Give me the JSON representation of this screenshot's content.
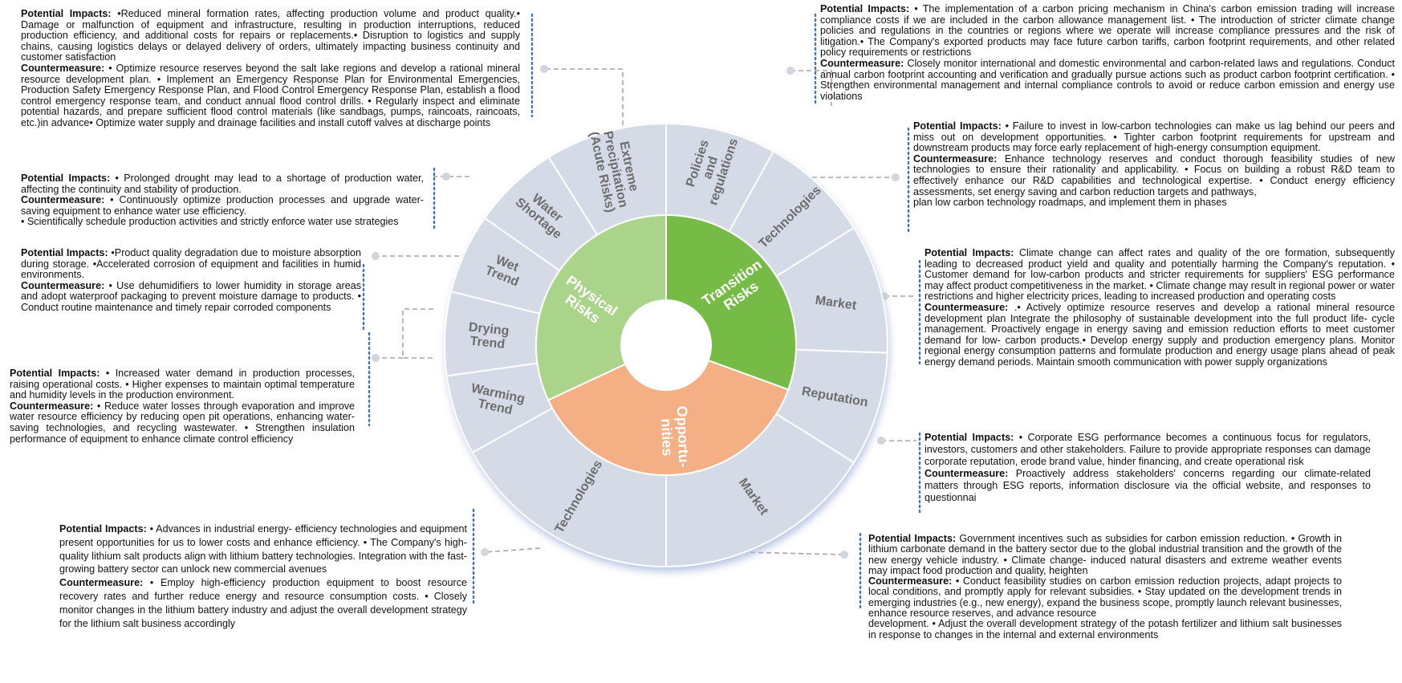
{
  "wheel": {
    "colors": {
      "physical": "#a9d48a",
      "transition": "#76bb45",
      "opportunities": "#f4b084",
      "outer": "#d5dbe6",
      "divider": "#ffffff",
      "connector": "#a6a6a6",
      "dots": "#4472c4"
    },
    "core": {
      "physical": [
        "Physical",
        "Risks"
      ],
      "transition": [
        "Transition",
        "Risks"
      ],
      "opportunities": [
        "Opportu-",
        "nities"
      ]
    },
    "segments": {
      "extreme_precipitation": [
        "Extreme",
        "Precipitation",
        "(Acute Risks)"
      ],
      "policies": [
        "Policies",
        "and",
        "regulations"
      ],
      "technologies_tr": [
        "Technologies"
      ],
      "market_tr": [
        "Market"
      ],
      "reputation": [
        "Reputation"
      ],
      "market_op": [
        "Market"
      ],
      "technologies_op": [
        "Technologies"
      ],
      "warming": [
        "Warming",
        "Trend"
      ],
      "drying": [
        "Drying",
        "Trend"
      ],
      "wet": [
        "Wet",
        "Trend"
      ],
      "water_shortage": [
        "Water",
        "Shortage"
      ]
    }
  },
  "blocks": {
    "extreme": {
      "pi_label": "Potential Impacts:",
      "pi_text": " •Reduced mineral formation rates, affecting production volume and product quality.• Damage or malfunction of equipment and infrastructure, resulting in production interruptions, reduced production efficiency, and additional costs for repairs or replacements.• Disruption to logistics and supply chains, causing logistics delays or delayed delivery of orders,  ultimately impacting business continuity and customer satisfaction",
      "cm_label": "Countermeasure:",
      "cm_text": "  • Optimize resource reserves beyond the salt lake regions and develop a rational mineral resource development plan. • Implement an Emergency Response Plan for Environmental Emergencies, Production Safety Emergency Response Plan, and Flood Control Emergency Response Plan, establish a flood control emergency response team, and conduct annual flood control drills. • Regularly inspect and eliminate potential hazards, and prepare sufficient flood control materials (like  sandbags, pumps, raincoats, raincoats, etc.)in advance• Optimize water supply and drainage facilities and install cutoff valves at discharge points"
    },
    "water_shortage": {
      "pi_label": "Potential Impacts:",
      "pi_text": " • Prolonged drought may lead to a shortage of production water, affecting the continuity and stability of production.",
      "cm_label": "Countermeasure:",
      "cm_text": " • Continuously optimize production processes and upgrade water-saving equipment to enhance water use efficiency.",
      "extra": "• Scientifically schedule production activities and strictly enforce water use strategies"
    },
    "wet": {
      "pi_label": "Potential Impacts:",
      "pi_text": " •Product quality degradation due to moisture absorption during storage. •Accelerated corrosion of equipment and facilities in humid environments.",
      "cm_label": "Countermeasure:",
      "cm_text": " • Use dehumidifiers to lower humidity in storage areas and adopt waterproof packaging to prevent moisture damage to products. • Conduct routine maintenance and timely repair corroded components"
    },
    "warming": {
      "pi_label": "Potential Impacts:",
      "pi_text": " • Increased water demand in production processes, raising operational costs. • Higher expenses to maintain optimal temperature and humidity levels in the production environment.",
      "cm_label": "Countermeasure:",
      "cm_text": " • Reduce water losses through evaporation and improve water resource efficiency by reducing open pit operations, enhancing water-saving technologies, and recycling wastewater. • Strengthen insulation performance of equipment to enhance climate control efficiency"
    },
    "technologies_op": {
      "pi_label": "Potential Impacts:",
      "pi_text": "  • Advances in industrial energy-  efficiency technologies and equipment present opportunities for us to lower costs and enhance efficiency. • The Company's high-  quality lithium salt products align with lithium battery technologies. Integration with the fast-  growing battery sector can unlock new commercial avenues",
      "cm_label": "Countermeasure:",
      "cm_text": " • Employ high-efficiency production equipment to boost resource recovery rates and further reduce energy and resource consumption costs.  • Closely monitor changes in the lithium battery industry and adjust the overall development strategy for the lithium salt business accordingly"
    },
    "policies": {
      "pi_label": "Potential Impacts:",
      "pi_text": " • The implementation of a carbon pricing mechanism in China's carbon emission trading will increase compliance costs if we are included in the carbon allowance management list. • The introduction of stricter climate change policies and regulations in the countries or regions where we operate will increase compliance pressures and the risk of litigation.• The Company's exported products may face future carbon tariffs, carbon footprint requirements, and other related policy requirements or restrictions",
      "cm_label": "Countermeasure:",
      "cm_text": " Closely monitor international and domestic environmental and carbon-related laws and regulations. Conduct annual carbon footprint accounting and verification and gradually pursue actions such as product carbon footprint certification. • Strengthen environmental management and internal compliance controls to avoid or reduce carbon emission and energy use violations"
    },
    "technologies_tr": {
      "pi_label": "Potential Impacts:",
      "pi_text": " • Failure to invest in low-carbon technologies can make us lag behind our peers and miss out on development opportunities. • Tighter carbon footprint requirements for upstream and downstream products may force early replacement of high-energy consumption equipment.",
      "cm_label": "Countermeasure:",
      "cm_text": " Enhance technology reserves and conduct thorough feasibility studies of new technologies to ensure their rationality and applicability. • Focus on building a robust R&D team to effectively enhance our R&D capabilities and technological expertise. • Conduct energy efficiency assessments, set energy saving and carbon reduction targets and pathways,",
      "extra": "plan low carbon technology roadmaps, and implement them in phases"
    },
    "market_tr": {
      "pi_label": "Potential Impacts:",
      "pi_text": " Climate change can affect rates and quality of the ore formation, subsequently leading to decreased product yield and quality and potentially harming the Company's reputation. • Customer demand for low-carbon products and stricter requirements for suppliers' ESG performance may affect product competitiveness in the market. • Climate change may result in regional power or water restrictions and higher electricity prices, leading to increased production and operating costs",
      "cm_label": "Countermeasure:",
      "cm_text": " .• Actively optimize resource reserves and develop a rational mineral resource development plan Integrate the philosophy of sustainable development into the full product life-  cycle management. Proactively engage in energy saving and emission reduction efforts to meet customer demand for low-  carbon products.• Develop energy supply and production emergency plans. Monitor regional energy consumption patterns and formulate production and energy usage plans ahead of peak energy demand periods. Maintain smooth communication with power supply organizations"
    },
    "reputation": {
      "pi_label": "Potential Impacts:",
      "pi_text": " • Corporate ESG performance becomes a continuous focus for regulators, investors, customers and other stakeholders. Failure to provide appropriate responses can damage corporate reputation, erode brand value, hinder financing, and create operational risk",
      "cm_label": "Countermeasure:",
      "cm_text": " Proactively address stakeholders' concerns regarding our climate-related matters through ESG reports, information disclosure via the official website, and responses to questionnai"
    },
    "market_op": {
      "pi_label": "Potential Impacts:",
      "pi_text": " Government incentives such as subsidies for carbon emission reduction. • Growth in lithium carbonate demand in the battery sector due to the global industrial transition and the growth of the new energy vehicle industry. • Climate change-  induced natural disasters and extreme weather events may impact food production and quality, heighten",
      "cm_label": "Countermeasure:",
      "cm_text": " • Conduct feasibility studies on carbon emission reduction projects, adapt projects to local conditions, and promptly apply for relevant subsidies. • Stay updated on the development trends in emerging industries (e.g., new energy), expand the business scope, promptly launch relevant businesses, enhance resource reserves, and advance resource",
      "extra": "development. • Adjust the overall development strategy of the potash fertilizer and lithium salt businesses in response to changes in the internal and external environments"
    }
  }
}
